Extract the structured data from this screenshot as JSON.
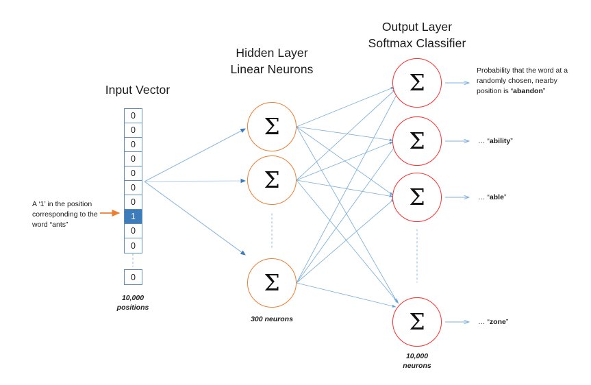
{
  "diagram": {
    "title_hidden": [
      "Hidden Layer",
      "Linear Neurons"
    ],
    "title_output": [
      "Output Layer",
      "Softmax Classifier"
    ],
    "title_input": "Input Vector",
    "sigma_glyph": "Σ"
  },
  "input_vector": {
    "label": "Input Vector",
    "cells": [
      "0",
      "0",
      "0",
      "0",
      "0",
      "0",
      "0",
      "1",
      "0",
      "0"
    ],
    "hot_index": 7,
    "tail_cell": "0",
    "caption": [
      "10,000",
      "positions"
    ],
    "annotation_lines": [
      "A ‘1’ in the position",
      "corresponding to the",
      "word “ants”"
    ],
    "arrow_color": "#ED7D31",
    "highlight_color": "#3d7cba",
    "border_color": "#5b8db8"
  },
  "hidden_layer": {
    "title_line1": "Hidden Layer",
    "title_line2": "Linear Neurons",
    "neurons": [
      "Σ",
      "Σ",
      "Σ"
    ],
    "caption": "300 neurons",
    "ellipsis": "vertical-dots",
    "color": "#ED7D31"
  },
  "output_layer": {
    "title_line1": "Output Layer",
    "title_line2": "Softmax Classifier",
    "neurons": [
      "Σ",
      "Σ",
      "Σ",
      "Σ"
    ],
    "caption": [
      "10,000",
      "neurons"
    ],
    "ellipsis": "vertical-dots",
    "color": "#FF2B2B",
    "labels": [
      {
        "lines": [
          "Probability that the word at a",
          "randomly chosen, nearby",
          "position is “"
        ],
        "bold_word": "abandon",
        "suffix": "”"
      },
      {
        "prefix": "… “",
        "bold_word": "ability",
        "suffix": "”"
      },
      {
        "prefix": "… “",
        "bold_word": "able",
        "suffix": "”"
      },
      {
        "prefix": "… “",
        "bold_word": "zone",
        "suffix": "”"
      }
    ]
  },
  "connections": {
    "color": "#5b9bd5",
    "input_to_hidden_count": 3,
    "hidden_to_output_count": 12,
    "output_arrow_count": 4
  }
}
